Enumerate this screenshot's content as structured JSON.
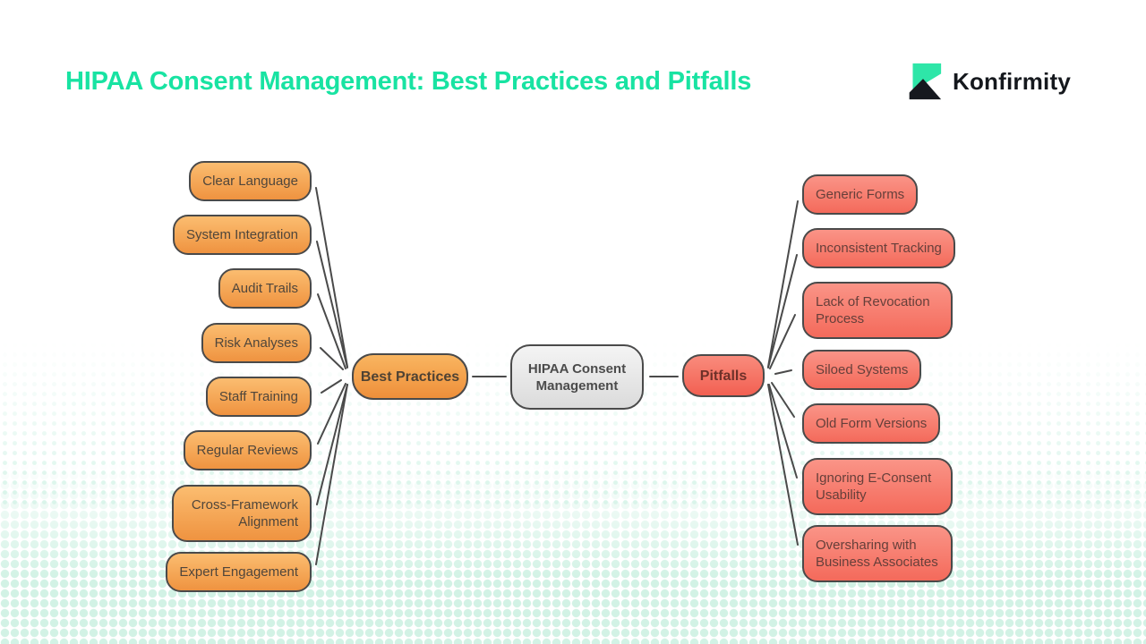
{
  "header": {
    "title": "HIPAA Consent Management: Best Practices and Pitfalls"
  },
  "brand": {
    "name": "Konfirmity"
  },
  "colors": {
    "title_text": "#18e3a2",
    "logo_green": "#2ee6a8",
    "logo_dark": "#16191f",
    "best_practices_fill_top": "#fbbd70",
    "best_practices_fill_bottom": "#ef9340",
    "pitfalls_fill_top": "#fa9487",
    "pitfalls_fill_bottom": "#f46a5b",
    "center_fill_top": "#f4f4f4",
    "center_fill_bottom": "#dbdbdb",
    "node_border": "#4a4a4a",
    "connector_line": "#4a4a4a",
    "halftone_dot": "#d2f2e5"
  },
  "mindmap": {
    "root": {
      "label": "HIPAA Consent Management"
    },
    "branches": [
      {
        "label": "Best Practices",
        "side": "left",
        "children": [
          "Clear Language",
          "System Integration",
          "Audit Trails",
          "Risk Analyses",
          "Staff Training",
          "Regular Reviews",
          "Cross-Framework Alignment",
          "Expert Engagement"
        ]
      },
      {
        "label": "Pitfalls",
        "side": "right",
        "children": [
          "Generic Forms",
          "Inconsistent Tracking",
          "Lack of Revocation Process",
          "Siloed Systems",
          "Old Form Versions",
          "Ignoring E-Consent Usability",
          "Oversharing with Business Associates"
        ]
      }
    ]
  }
}
